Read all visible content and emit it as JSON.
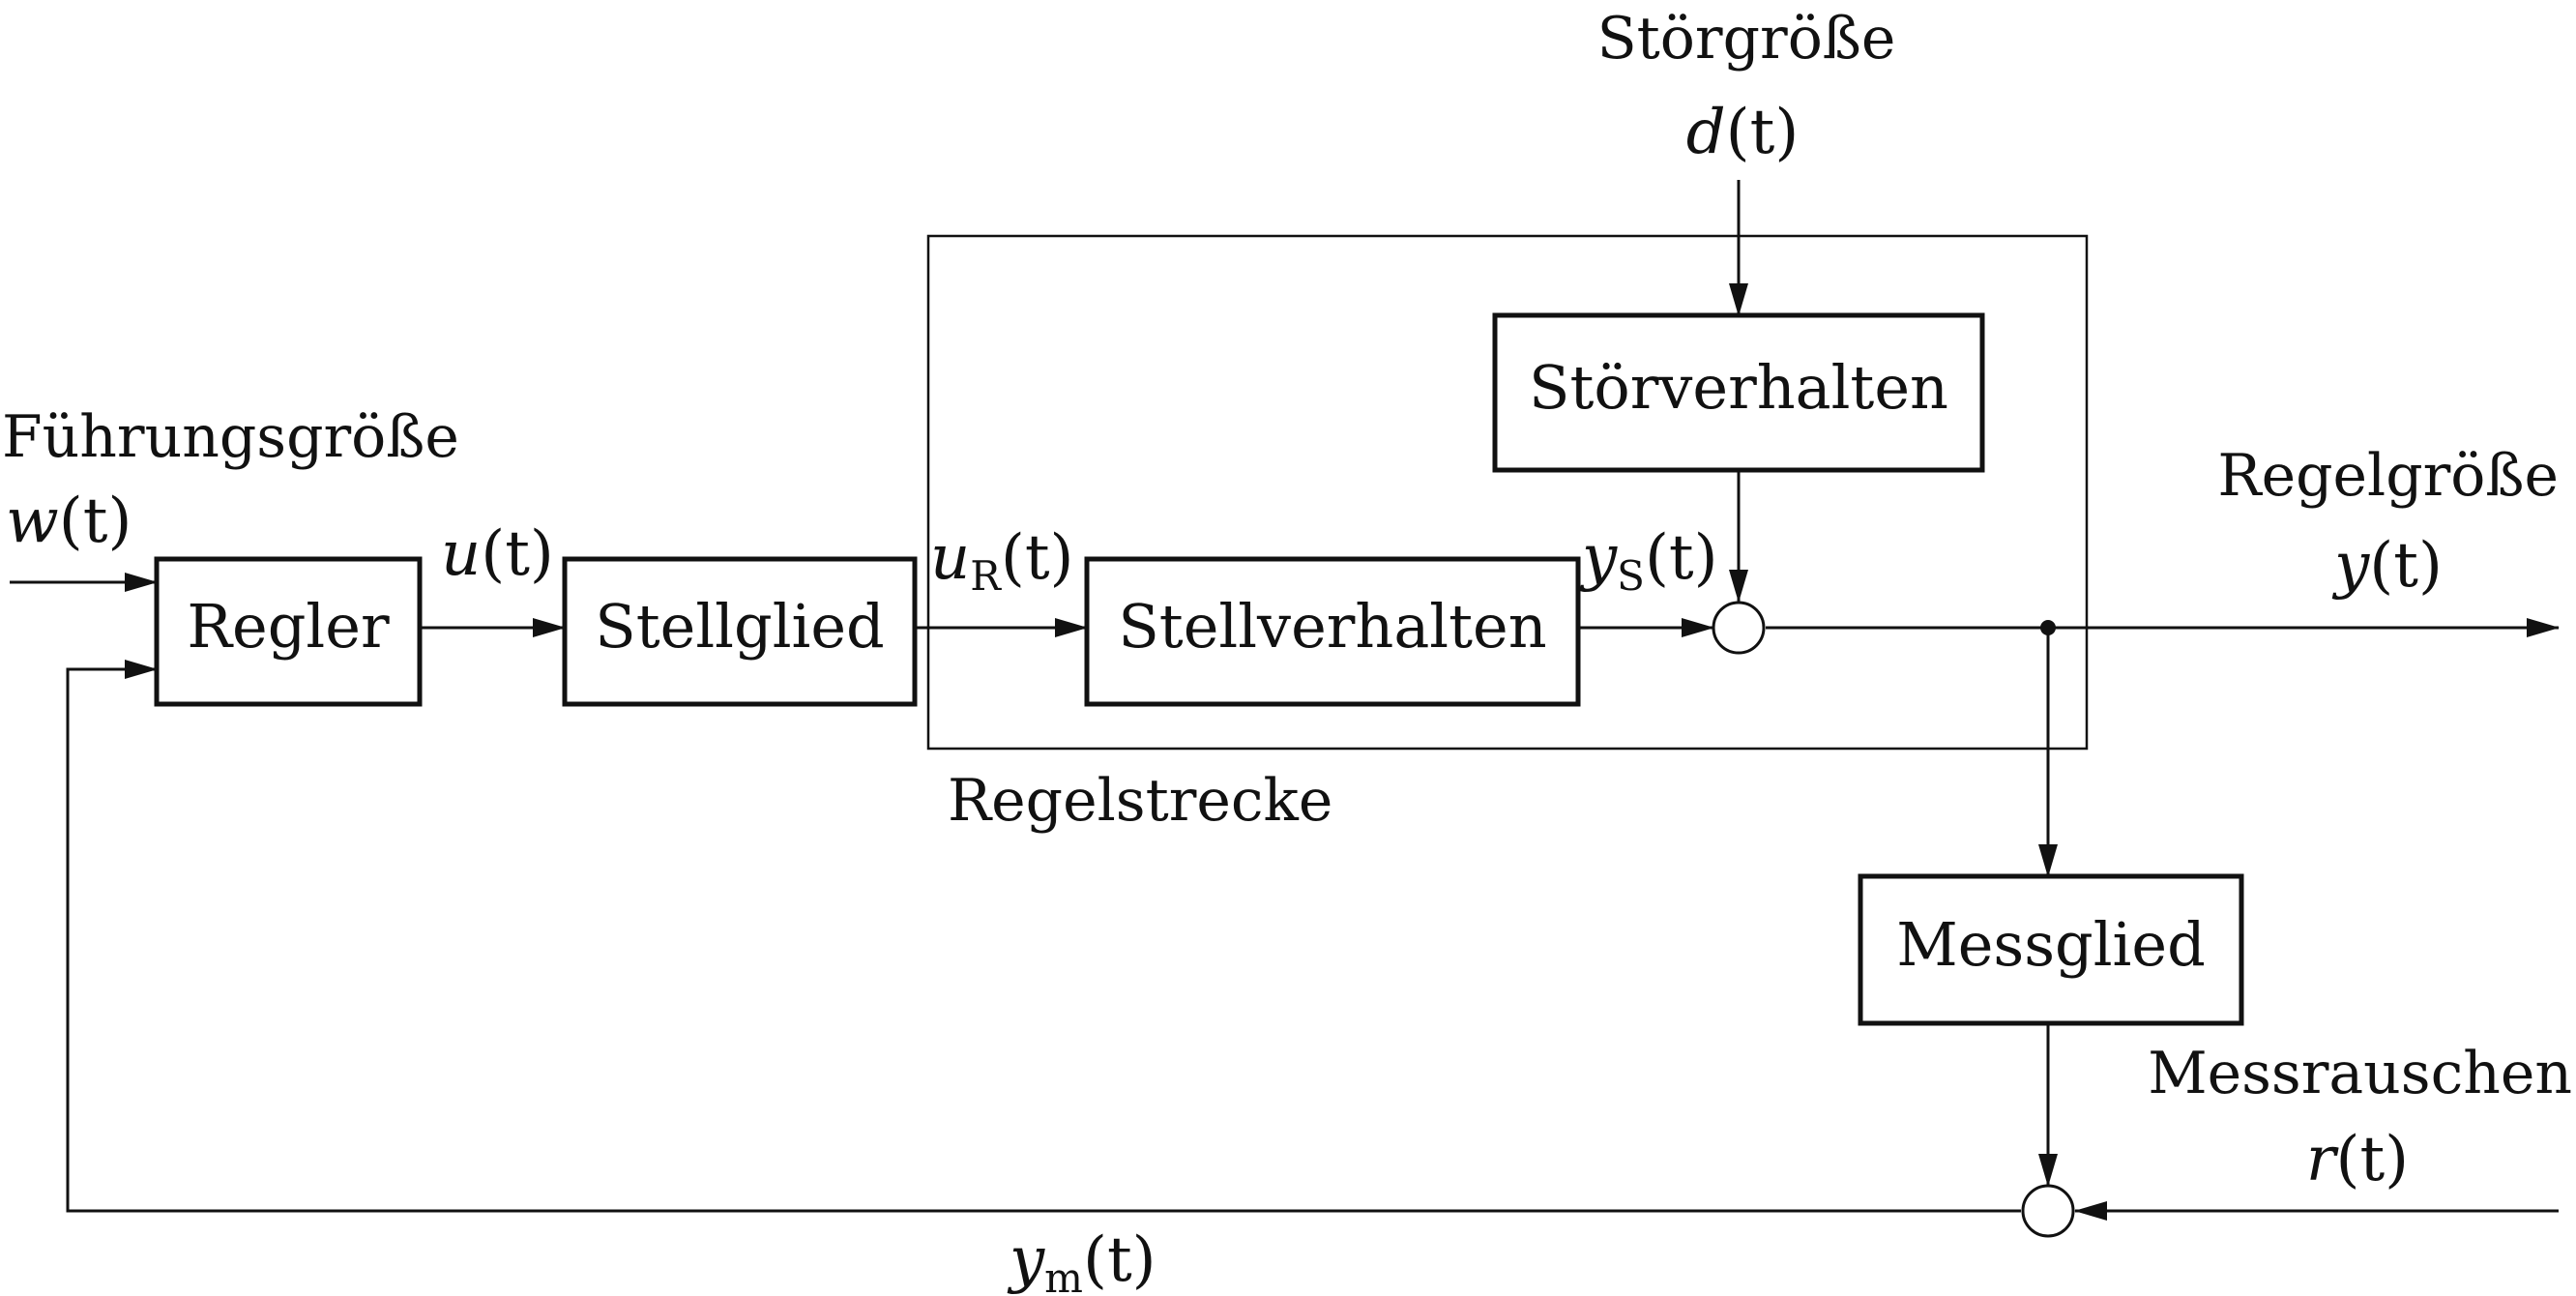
{
  "blocks": {
    "regler": "Regler",
    "stellglied": "Stellglied",
    "stellverhalten": "Stellverhalten",
    "stoerverhalten": "Störverhalten",
    "messglied": "Messglied"
  },
  "group": {
    "regelstrecke": "Regelstrecke"
  },
  "signals": {
    "fuehrungsgroesse": {
      "name": "Führungsgröße",
      "symbol": "w",
      "arg": "(t)"
    },
    "stellgroesse_regler": {
      "symbol": "u",
      "arg": "(t)"
    },
    "stellgroesse": {
      "symbol": "u",
      "sub": "R",
      "arg": "(t)"
    },
    "strecken_ausgang": {
      "symbol": "y",
      "sub": "S",
      "arg": "(t)"
    },
    "stoergroesse": {
      "name": "Störgröße",
      "symbol": "d",
      "arg": "(t)"
    },
    "regelgroesse": {
      "name": "Regelgröße",
      "symbol": "y",
      "arg": "(t)"
    },
    "messrauschen": {
      "name": "Messrauschen",
      "symbol": "r",
      "arg": "(t)"
    },
    "messgroesse": {
      "symbol": "y",
      "sub": "m",
      "arg": "(t)"
    }
  },
  "colors": {
    "line": "#111111",
    "background": "#ffffff"
  }
}
